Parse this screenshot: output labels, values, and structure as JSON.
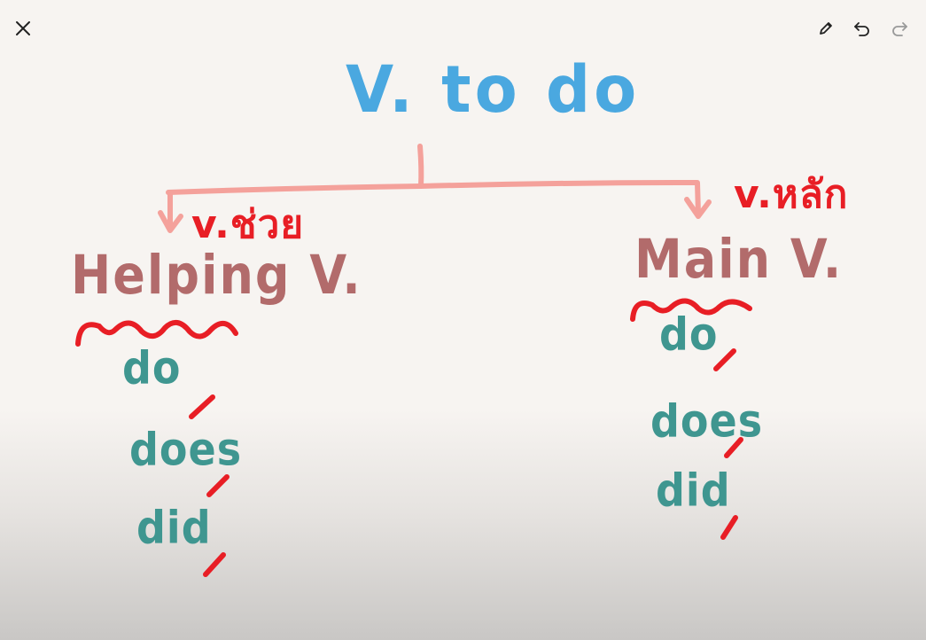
{
  "toolbar": {
    "close_icon": "close-icon",
    "pen_icon": "pencil-icon",
    "undo_icon": "undo-icon",
    "redo_icon": "redo-icon"
  },
  "diagram": {
    "root": "V. to do",
    "left": {
      "thai_label": "v.ช่วย",
      "category": "Helping V.",
      "verbs": [
        "do",
        "does",
        "did"
      ]
    },
    "right": {
      "thai_label": "v.หลัก",
      "category": "Main V.",
      "verbs": [
        "do",
        "does",
        "did"
      ]
    }
  },
  "colors": {
    "root_text": "#4aa8e0",
    "branch_line": "#f4a19b",
    "thai_text": "#e81e25",
    "category_text": "#b26b6b",
    "verb_text": "#3f9690",
    "underline": "#e81e25"
  }
}
